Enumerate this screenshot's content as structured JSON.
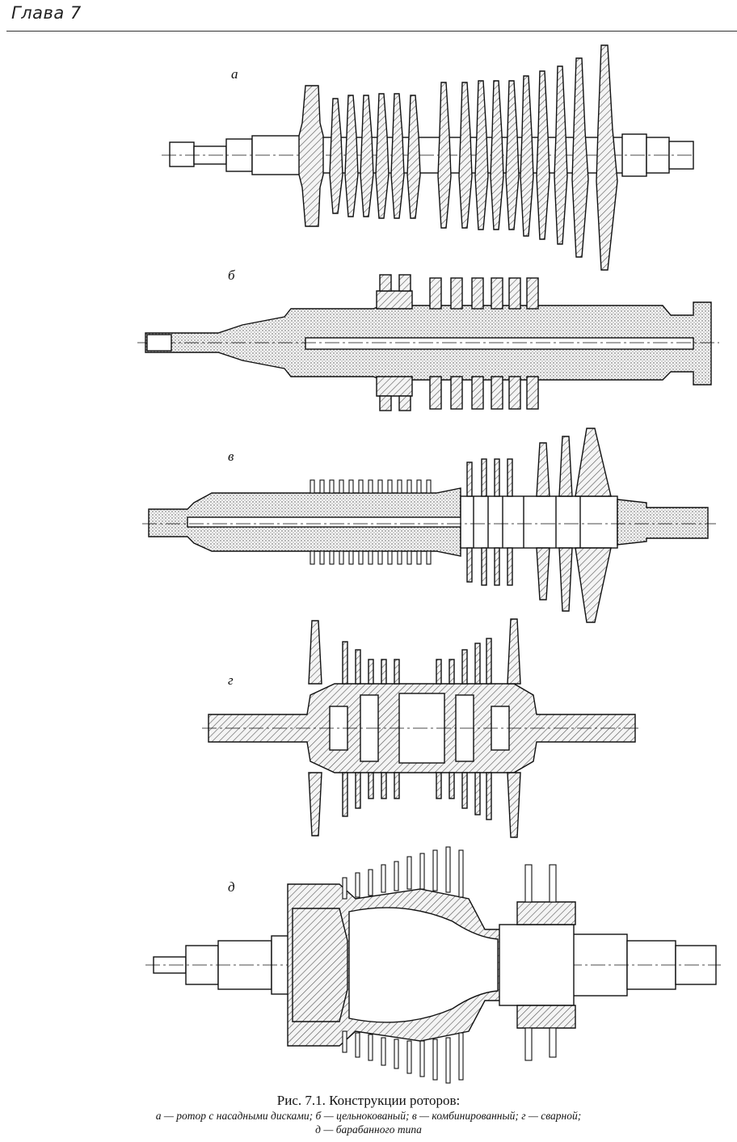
{
  "header": {
    "chapter": "Глава 7"
  },
  "figures": [
    {
      "letter": "а"
    },
    {
      "letter": "б"
    },
    {
      "letter": "в"
    },
    {
      "letter": "г"
    },
    {
      "letter": "д"
    }
  ],
  "caption": {
    "title": "Рис. 7.1. Конструкции роторов:",
    "line1": "а — ротор с насадными дисками; б — цельнокованый; в — комбинированный; г — сварной;",
    "line2": "д — барабанного типа"
  }
}
